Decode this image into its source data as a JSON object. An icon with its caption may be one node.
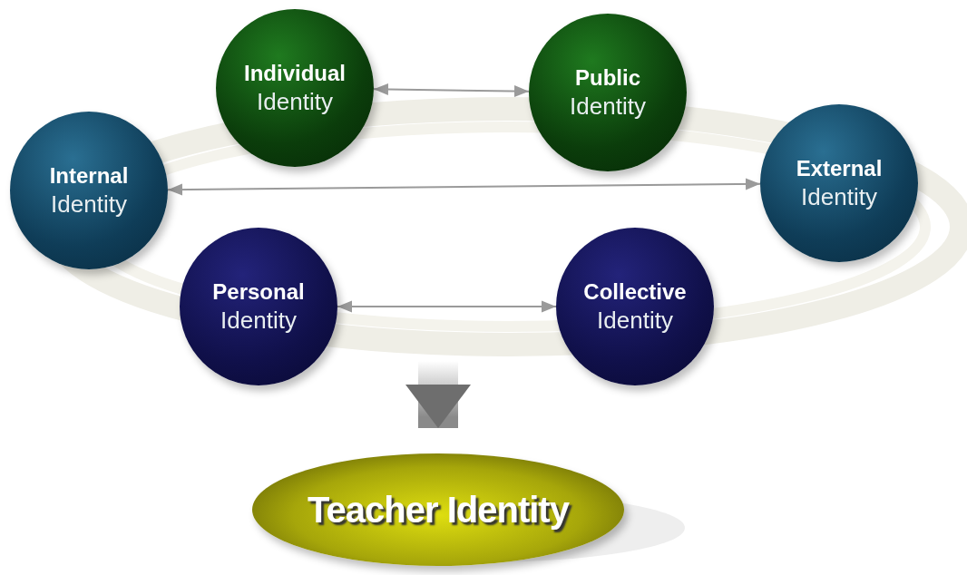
{
  "diagram": {
    "nodes": [
      {
        "text": [
          "Individual",
          "Identity"
        ]
      },
      {
        "text": [
          "Public",
          "Identity"
        ]
      },
      {
        "text": [
          "Internal",
          "Identity"
        ]
      },
      {
        "text": [
          "External",
          "Identity"
        ]
      },
      {
        "text": [
          "Personal",
          "Identity"
        ]
      },
      {
        "text": [
          "Collective",
          "Identity"
        ]
      },
      {
        "text": [
          "Teacher Identity"
        ]
      }
    ],
    "edges": [
      {
        "from": 0,
        "to": 1,
        "arrow": "both"
      },
      {
        "from": 2,
        "to": 3,
        "arrow": "both"
      },
      {
        "from": 4,
        "to": 5,
        "arrow": "both"
      },
      {
        "from": null,
        "to": 6,
        "arrow": "to",
        "style": "thick"
      }
    ]
  }
}
